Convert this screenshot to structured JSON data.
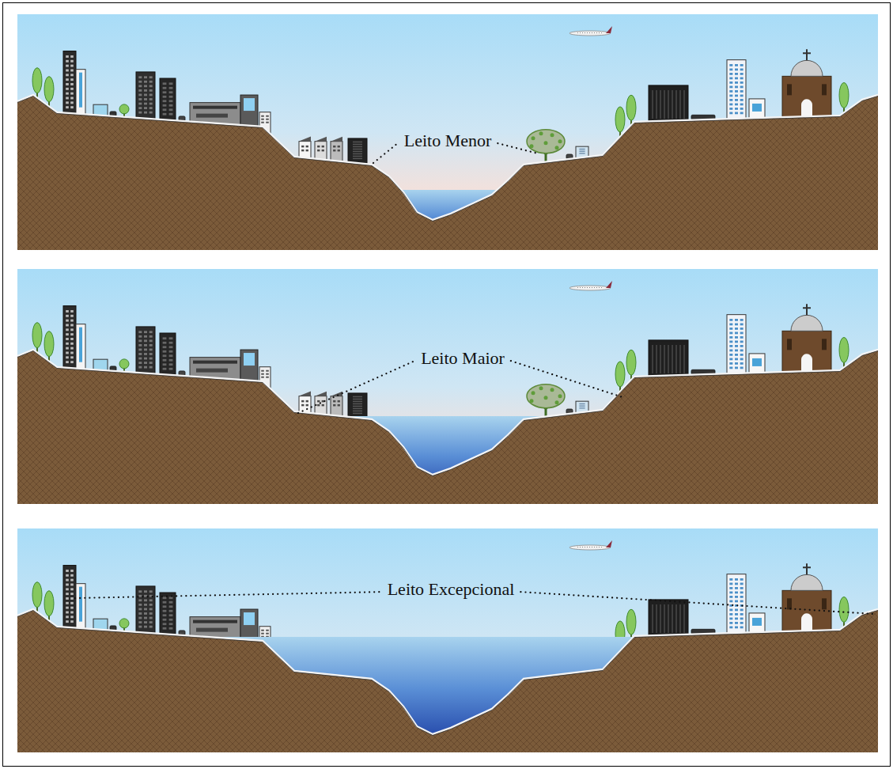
{
  "diagram": {
    "labels": [
      "Leito Menor",
      "Leito Maior",
      "Leito Excepcional"
    ]
  }
}
